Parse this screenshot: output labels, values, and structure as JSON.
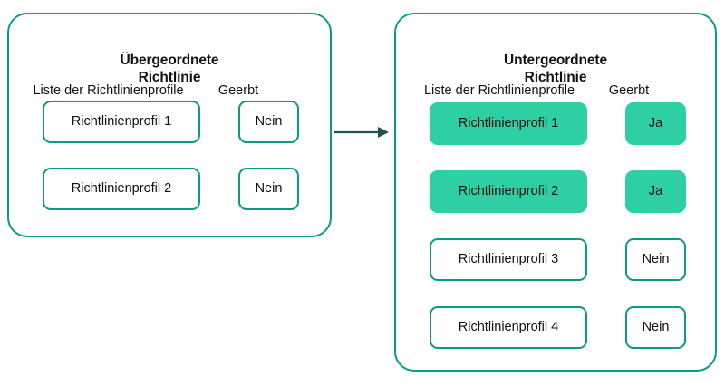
{
  "colors": {
    "panel_border": "#0a9b84",
    "chip_border": "#0a9b84",
    "chip_filled_bg": "#2ecfa2",
    "arrow": "#23514c",
    "text": "#13110f",
    "background": "#ffffff"
  },
  "parent_panel": {
    "title_line1": "Übergeordnete",
    "title_line2": "Richtlinie",
    "column_headers": {
      "profiles": "Liste der Richtlinienprofile",
      "inherited": "Geerbt"
    },
    "rows": [
      {
        "profile": "Richtlinienprofil 1",
        "inherited": "Nein",
        "highlighted": false
      },
      {
        "profile": "Richtlinienprofil 2",
        "inherited": "Nein",
        "highlighted": false
      }
    ]
  },
  "child_panel": {
    "title_line1": "Untergeordnete",
    "title_line2": "Richtlinie",
    "column_headers": {
      "profiles": "Liste der Richtlinienprofile",
      "inherited": "Geerbt"
    },
    "rows": [
      {
        "profile": "Richtlinienprofil 1",
        "inherited": "Ja",
        "highlighted": true
      },
      {
        "profile": "Richtlinienprofil 2",
        "inherited": "Ja",
        "highlighted": true
      },
      {
        "profile": "Richtlinienprofil 3",
        "inherited": "Nein",
        "highlighted": false
      },
      {
        "profile": "Richtlinienprofil 4",
        "inherited": "Nein",
        "highlighted": false
      }
    ]
  },
  "connector": {
    "icon": "arrow-right-icon",
    "direction": "right"
  }
}
